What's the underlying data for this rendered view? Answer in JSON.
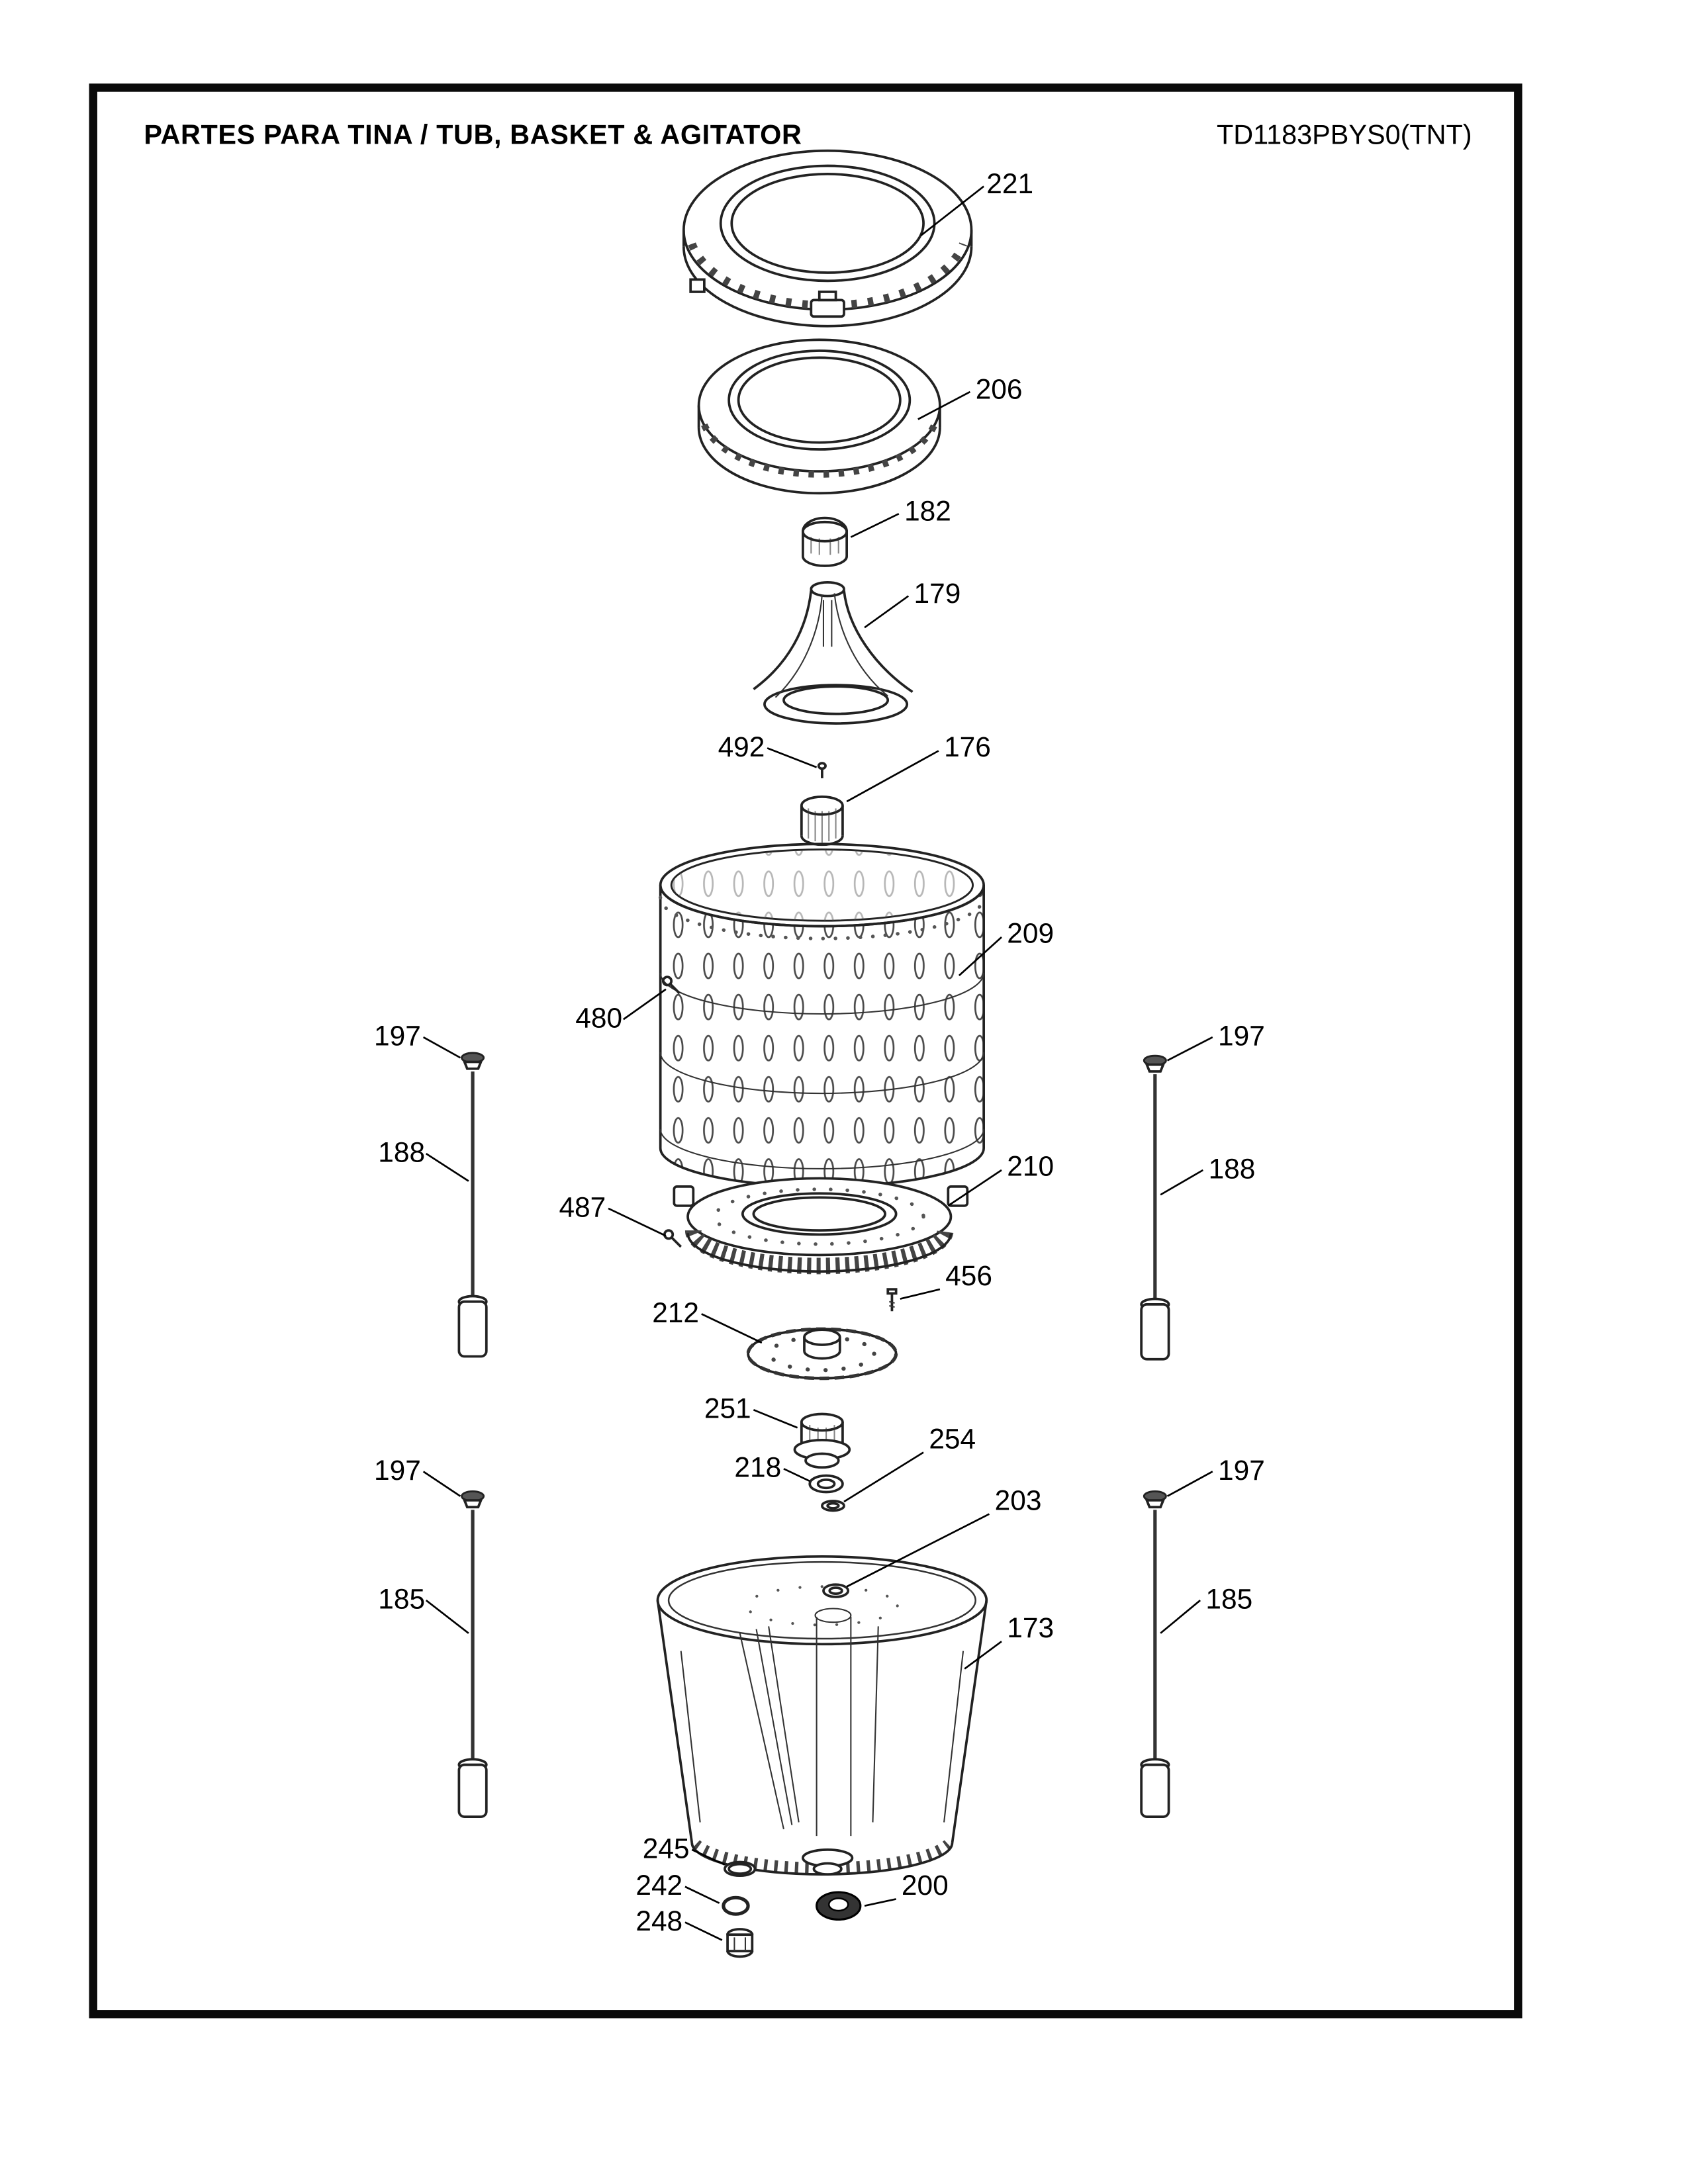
{
  "header": {
    "title": "PARTES PARA TINA  /  TUB, BASKET & AGITATOR",
    "model": "TD1183PBYS0(TNT)"
  },
  "callouts": {
    "173": "173",
    "176": "176",
    "179": "179",
    "182": "182",
    "185": "185",
    "188": "188",
    "197": "197",
    "200": "200",
    "203": "203",
    "206": "206",
    "209": "209",
    "210": "210",
    "212": "212",
    "218": "218",
    "221": "221",
    "242": "242",
    "245": "245",
    "248": "248",
    "251": "251",
    "254": "254",
    "456": "456",
    "480": "480",
    "487": "487",
    "492": "492"
  },
  "colors": {
    "line": "#222222",
    "border": "#0a0a0a",
    "background": "#ffffff"
  }
}
